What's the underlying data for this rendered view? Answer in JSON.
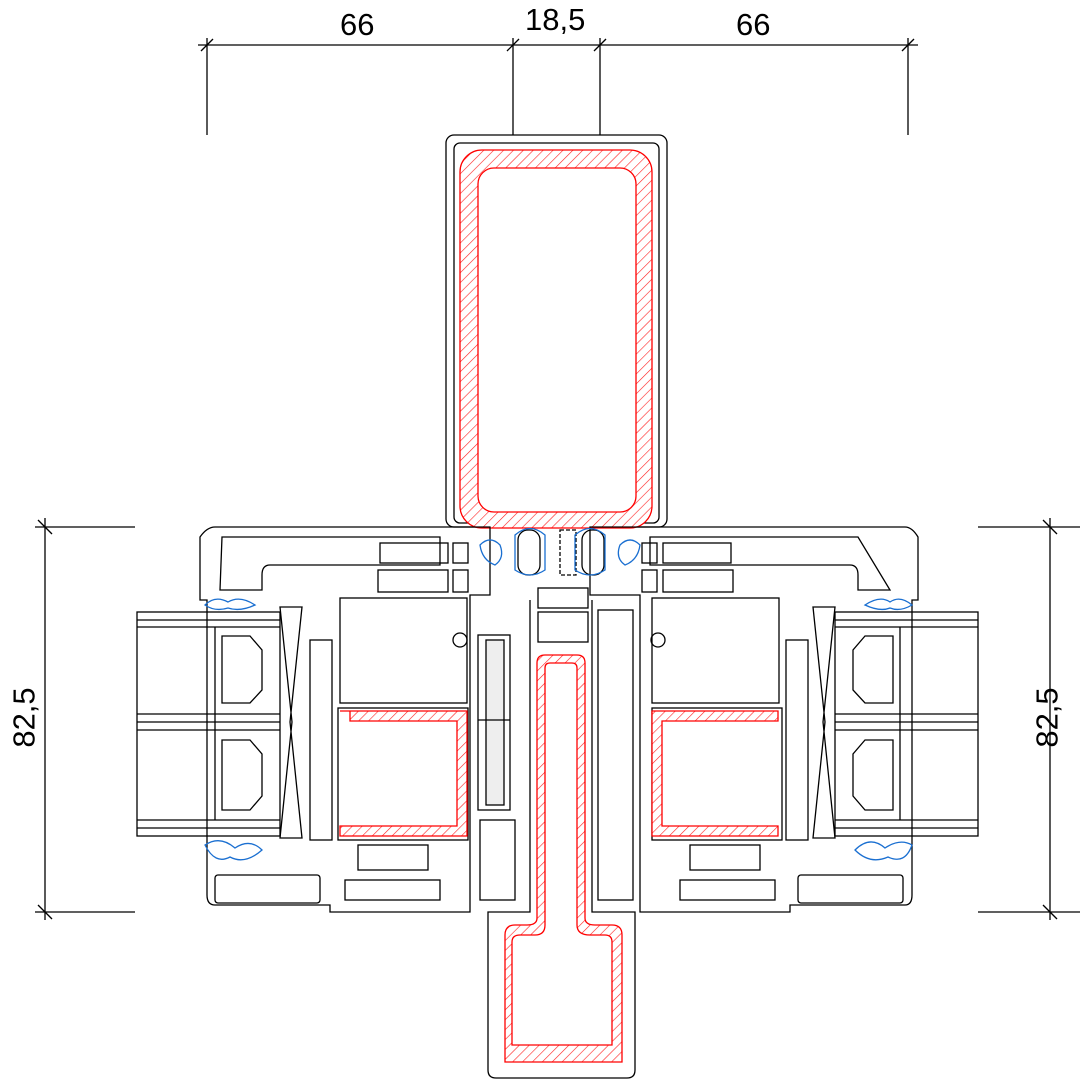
{
  "drawing": {
    "top_dimensions": [
      "66",
      "18,5",
      "66"
    ],
    "left_dimension": "82,5",
    "right_dimension": "82,5"
  },
  "colors": {
    "outline": "#000000",
    "reinforcement_hatch": "#ff0000",
    "gasket": "#1a6fd1"
  }
}
